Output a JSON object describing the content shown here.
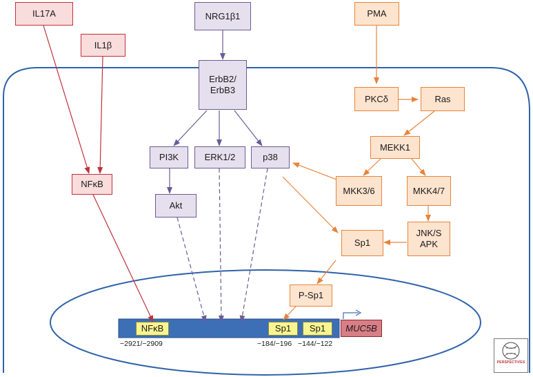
{
  "nodes": {
    "il17a": "IL17A",
    "il1b": "IL1β",
    "nrg1b1": "NRG1β1",
    "pma": "PMA",
    "erbb": [
      "ErbB2/",
      "ErbB3"
    ],
    "pkcd": "PKCδ",
    "ras": "Ras",
    "mekk1": "MEKK1",
    "pi3k": "PI3K",
    "erk12": "ERK1/2",
    "p38": "p38",
    "nfkb": "NFκB",
    "akt": "Akt",
    "mkk36": "MKK3/6",
    "mkk47": "MKK4/7",
    "jnk": [
      "JNK/S",
      "APK"
    ],
    "sp1": "Sp1",
    "psp1": "P-Sp1"
  },
  "promoter": {
    "nfkb_site": "NFκB",
    "sp1_site_a": "Sp1",
    "sp1_site_b": "Sp1",
    "gene": "MUC5B",
    "coord_nfkb": "−2921/−2909",
    "coord_sp1_a": "−184/−196",
    "coord_sp1_b": "−144/−122"
  },
  "logo": {
    "text": "PERSPECTIVES"
  },
  "colors": {
    "red": "#c0303b",
    "purple": "#6b5b95",
    "orange": "#e8833a",
    "cell": "#2e62a8",
    "dna": "#3d6fb6"
  }
}
